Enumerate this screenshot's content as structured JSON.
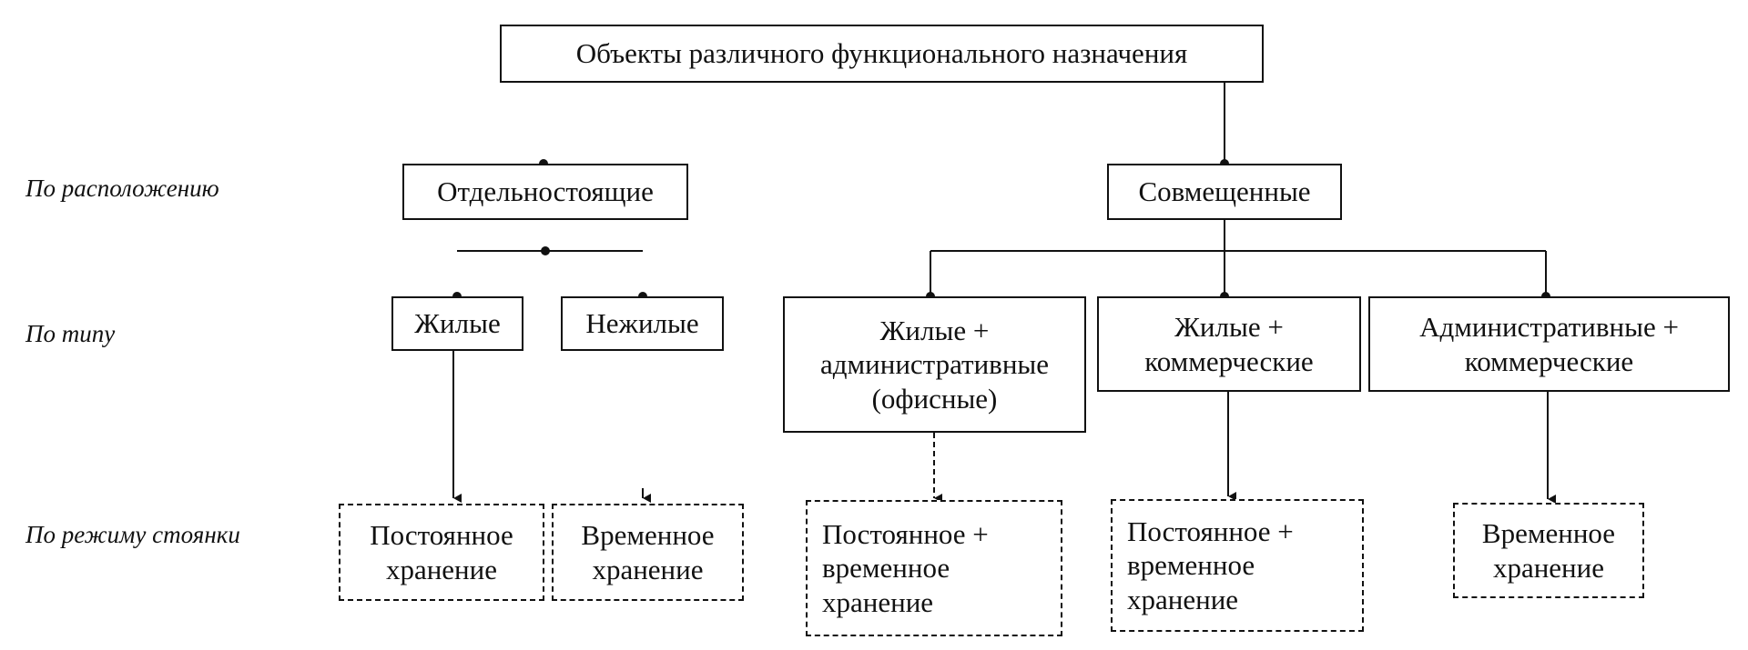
{
  "root": {
    "label": "Объекты различного функционального назначения"
  },
  "row_labels": {
    "location": "По расположению",
    "type": "По типу",
    "parking_mode": "По режиму стоянки"
  },
  "location": {
    "standalone": "Отдельностоящие",
    "combined": "Совмещенные"
  },
  "types": {
    "residential": "Жилые",
    "non_residential": "Нежилые",
    "residential_admin": "Жилые +\nадминистративные\n(офисные)",
    "residential_commercial": "Жилые +\nкоммерческие",
    "admin_commercial": "Административные +\nкоммерческие"
  },
  "parking": {
    "permanent": "Постоянное\nхранение",
    "temporary": "Временное\nхранение",
    "permanent_temporary_1": "Постоянное +\nвременное\nхранение",
    "permanent_temporary_2": "Постоянное +\nвременное\nхранение",
    "temporary_2": "Временное\nхранение"
  }
}
